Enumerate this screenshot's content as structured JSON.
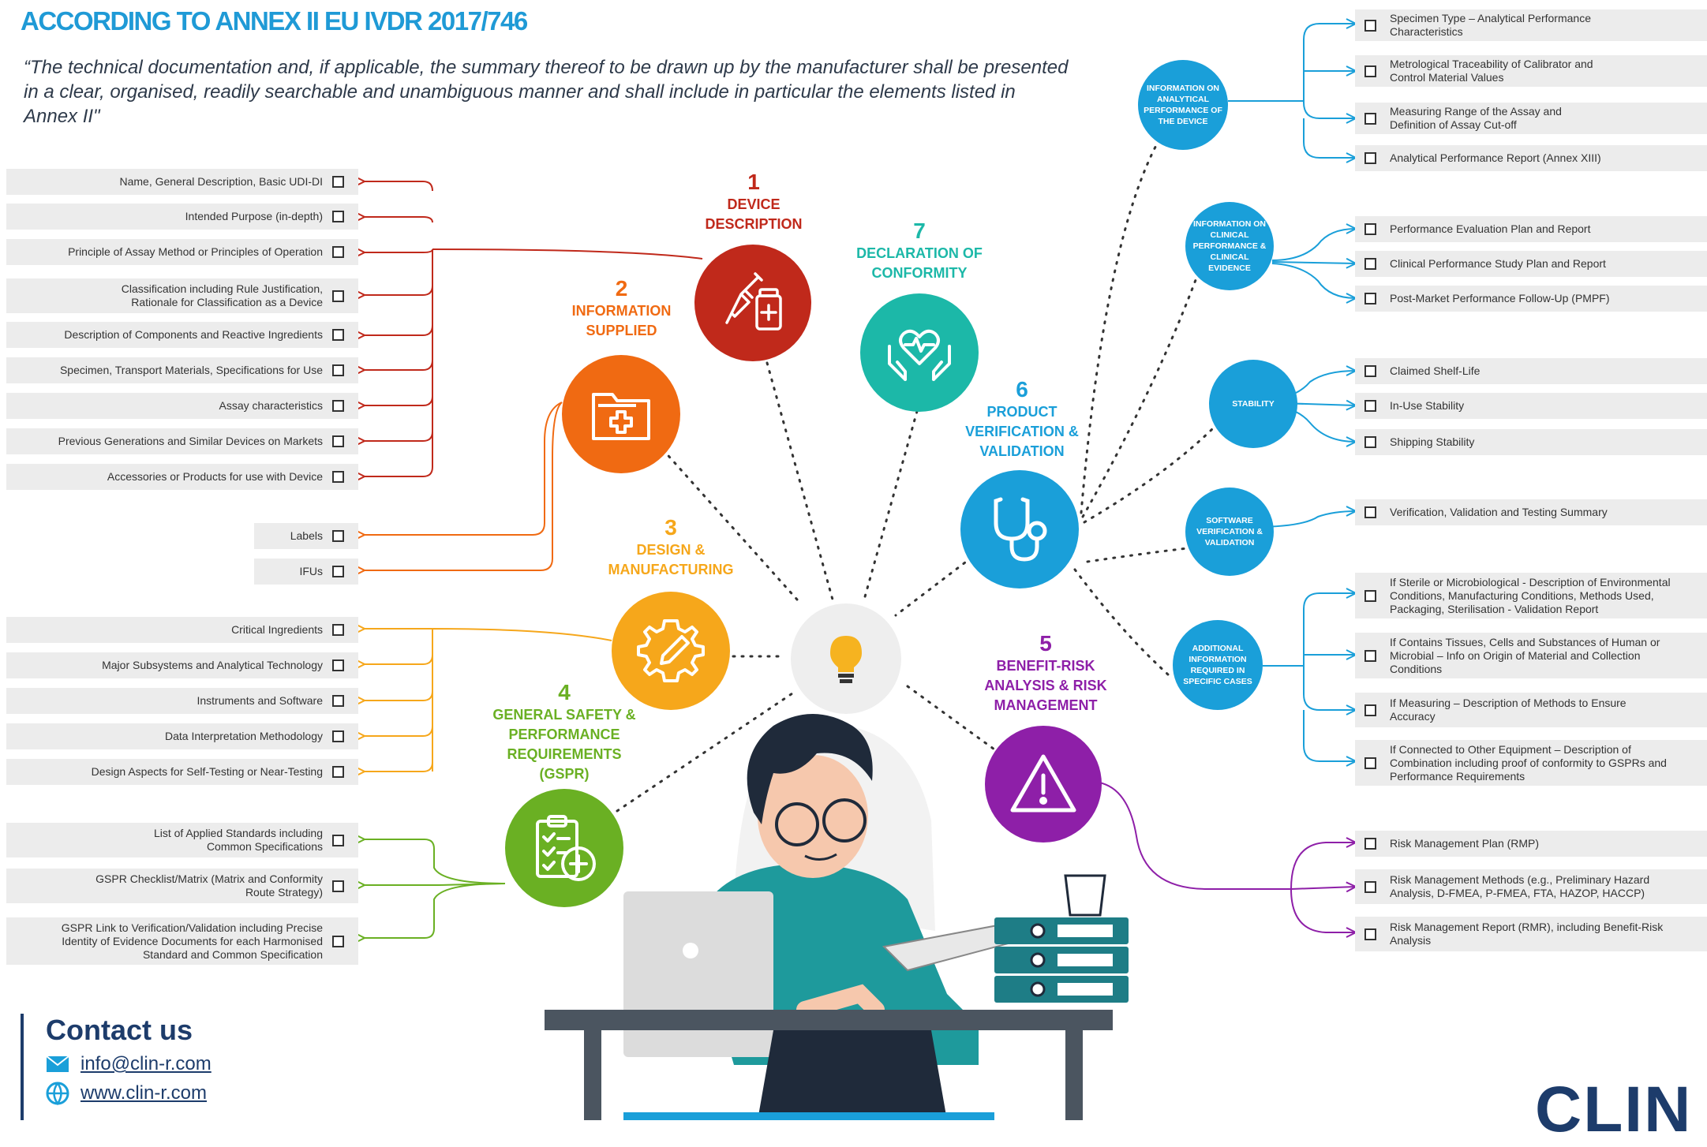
{
  "header": {
    "title": "ACCORDING TO ANNEX II EU IVDR 2017/746",
    "quote": "“The technical documentation and, if applicable, the summary thereof to be drawn up by the manufacturer shall be presented in a clear, organised, readily searchable and unambiguous manner and shall include in particular the elements listed in Annex II\""
  },
  "sections": {
    "s1": {
      "num": "1",
      "title": "DEVICE DESCRIPTION",
      "color": "#c0291b"
    },
    "s2": {
      "num": "2",
      "title": "INFORMATION SUPPLIED",
      "color": "#f06a12"
    },
    "s3": {
      "num": "3",
      "title": "DESIGN & MANUFACTURING",
      "color": "#f6a71b"
    },
    "s4": {
      "num": "4",
      "title": "GENERAL SAFETY & PERFORMANCE REQUIREMENTS (GSPR)",
      "color": "#6ab023"
    },
    "s5": {
      "num": "5",
      "title": "BENEFIT-RISK ANALYSIS & RISK MANAGEMENT",
      "color": "#8e1fa8"
    },
    "s6": {
      "num": "6",
      "title": "PRODUCT VERIFICATION & VALIDATION",
      "color": "#1a9fd9"
    },
    "s7": {
      "num": "7",
      "title": "DECLARATION OF CONFORMITY",
      "color": "#1cb8a8"
    }
  },
  "left_items": {
    "s1": [
      "Name, General Description, Basic UDI-DI",
      "Intended Purpose (in-depth)",
      "Principle of Assay Method or Principles of Operation",
      "Classification including Rule Justification, Rationale for Classification as a Device",
      "Description of Components and Reactive Ingredients",
      "Specimen, Transport Materials, Specifications for Use",
      "Assay characteristics",
      "Previous Generations and Similar Devices on Markets",
      "Accessories or Products for use with Device"
    ],
    "s2": [
      "Labels",
      "IFUs"
    ],
    "s3": [
      "Critical Ingredients",
      "Major Subsystems and Analytical Technology",
      "Instruments and Software",
      "Data Interpretation Methodology",
      "Design Aspects for Self-Testing or Near-Testing"
    ],
    "s4": [
      "List of Applied Standards including Common Specifications",
      "GSPR Checklist/Matrix (Matrix and Conformity Route Strategy)",
      "GSPR Link to Verification/Validation including Precise Identity of Evidence Documents for each Harmonised Standard and Common Specification"
    ]
  },
  "subcircles": {
    "analytical": "INFORMATION ON ANALYTICAL PERFORMANCE OF THE DEVICE",
    "clinical": "INFORMATION ON CLINICAL PERFORMANCE & CLINICAL EVIDENCE",
    "stability": "STABILITY",
    "software": "SOFTWARE VERIFICATION & VALIDATION",
    "additional": "ADDITIONAL INFORMATION REQUIRED IN SPECIFIC CASES"
  },
  "right_items": {
    "analytical": [
      "Specimen Type – Analytical Performance Characteristics",
      "Metrological Traceability of Calibrator and Control Material Values",
      "Measuring Range of the Assay and Definition of Assay Cut-off",
      "Analytical Performance Report (Annex XIII)"
    ],
    "clinical": [
      "Performance Evaluation Plan and Report",
      "Clinical Performance Study Plan and Report",
      "Post-Market Performance Follow-Up (PMPF)"
    ],
    "stability": [
      "Claimed Shelf-Life",
      "In-Use Stability",
      "Shipping Stability"
    ],
    "software": [
      "Verification, Validation and Testing Summary"
    ],
    "additional": [
      "If Sterile or Microbiological - Description of Environmental Conditions, Manufacturing Conditions, Methods Used, Packaging, Sterilisation - Validation Report",
      "If Contains Tissues, Cells and Substances of Human or Microbial – Info on Origin of Material and Collection Conditions",
      "If Measuring – Description of Methods to Ensure Accuracy",
      "If Connected to Other Equipment – Description of Combination including proof of conformity to GSPRs and Performance Requirements"
    ],
    "s5": [
      "Risk Management Plan (RMP)",
      "Risk Management Methods (e.g., Preliminary Hazard Analysis, D-FMEA, P-FMEA, FTA, HAZOP, HACCP)",
      "Risk Management Report (RMR), including Benefit-Risk Analysis"
    ]
  },
  "contact": {
    "heading": "Contact us",
    "email": "info@clin-r.com",
    "web": "www.clin-r.com"
  },
  "logo": "CLIN",
  "icons": {
    "s1": "syringe-vial-icon",
    "s2": "medical-folder-icon",
    "s3": "gear-pencil-icon",
    "s4": "clipboard-checklist-icon",
    "s5": "warning-triangle-icon",
    "s6": "stethoscope-icon",
    "s7": "heart-hands-icon",
    "center": "lightbulb-icon",
    "email": "envelope-icon",
    "web": "globe-icon"
  }
}
